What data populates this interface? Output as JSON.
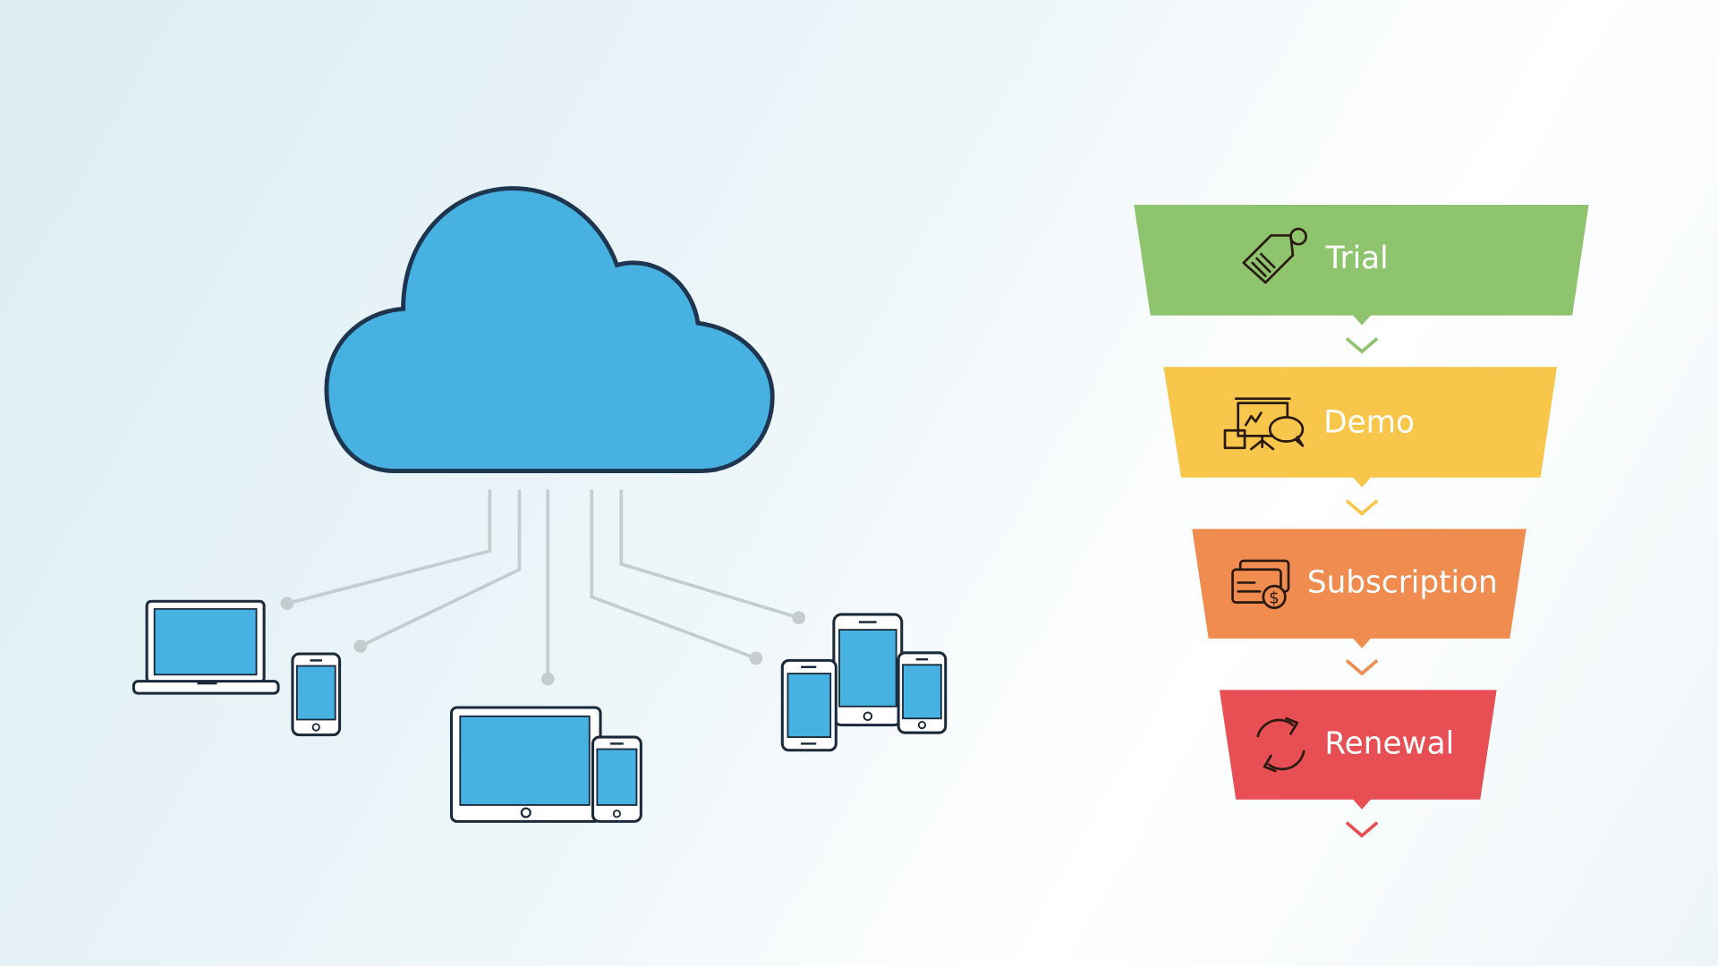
{
  "cloud": {
    "icon": "cloud-icon",
    "fill": "#47b2e2",
    "stroke": "#1e3550"
  },
  "devices": [
    "laptop",
    "phone",
    "tablet",
    "phone",
    "phone",
    "phone",
    "phone"
  ],
  "funnel": {
    "stages": [
      {
        "label": "Trial",
        "icon": "price-tag-icon",
        "color": "#8fc46f"
      },
      {
        "label": "Demo",
        "icon": "presentation-chat-icon",
        "color": "#f7c64a"
      },
      {
        "label": "Subscription",
        "icon": "credit-card-dollar-icon",
        "color": "#f08c4f"
      },
      {
        "label": "Renewal",
        "icon": "refresh-cycle-icon",
        "color": "#e84f55"
      }
    ]
  }
}
